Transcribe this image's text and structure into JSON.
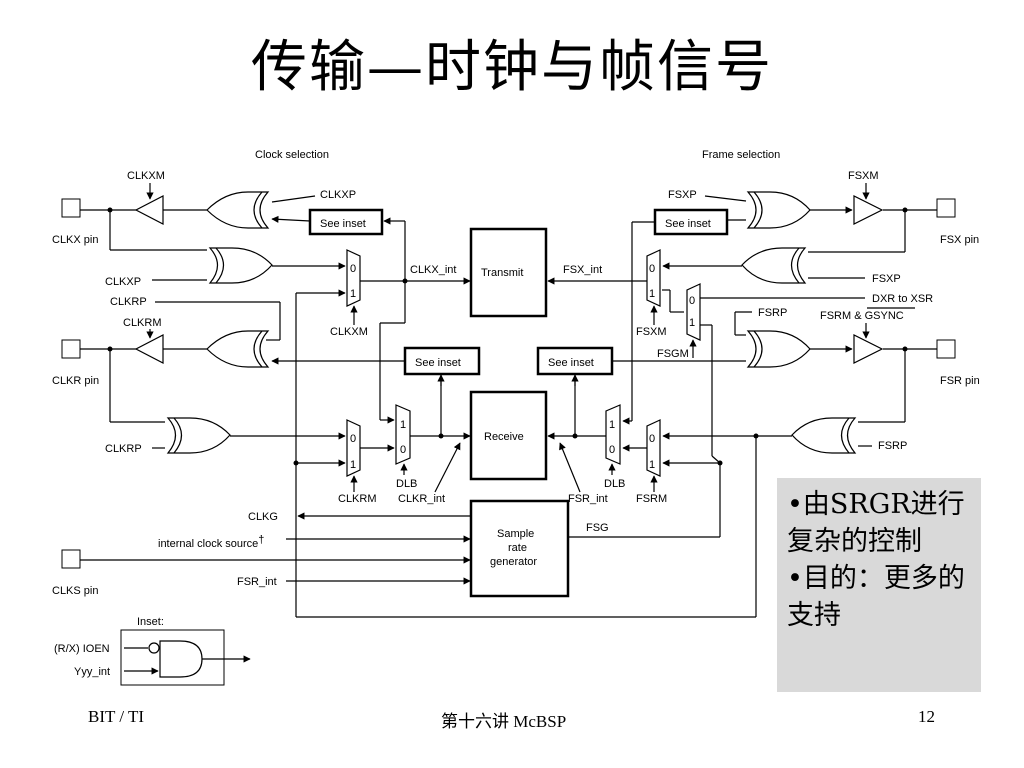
{
  "slide": {
    "title": "传输—时钟与帧信号",
    "footer_left": "BIT / TI",
    "footer_center": "第十六讲 McBSP",
    "footer_right": "12"
  },
  "note": {
    "bullets": [
      "•由SRGR进行复杂的控制",
      "•目的：更多的支持"
    ]
  },
  "diagram": {
    "headers": {
      "clock": "Clock selection",
      "frame": "Frame selection"
    },
    "pins": {
      "clkx": "CLKX pin",
      "clkr": "CLKR pin",
      "clks": "CLKS pin",
      "fsx": "FSX pin",
      "fsr": "FSR pin"
    },
    "blocks": {
      "transmit": "Transmit",
      "receive": "Receive",
      "srg1": "Sample",
      "srg2": "rate",
      "srg3": "generator",
      "see_inset": "See inset"
    },
    "signals": {
      "clkxm": "CLKXM",
      "clkxp": "CLKXP",
      "clkrp": "CLKRP",
      "clkrm": "CLKRM",
      "clkx_int": "CLKX_int",
      "clkr_int": "CLKR_int",
      "dlb": "DLB",
      "clkg": "CLKG",
      "internal_clock": "internal clock source",
      "dagger": "†",
      "fsr_int": "FSR_int",
      "fsxp": "FSXP",
      "fsxm": "FSXM",
      "fsx_int": "FSX_int",
      "dxr_to_xsr": "DXR to XSR",
      "fsrp": "FSRP",
      "fsrm": "FSRM",
      "fsrm_gsync": "FSRM & GSYNC",
      "fsgm": "FSGM",
      "fsg": "FSG",
      "mux0": "0",
      "mux1": "1"
    },
    "inset": {
      "title": "Inset:",
      "ioen": "(R/X) IOEN",
      "yyy": "Yyy_int"
    }
  }
}
